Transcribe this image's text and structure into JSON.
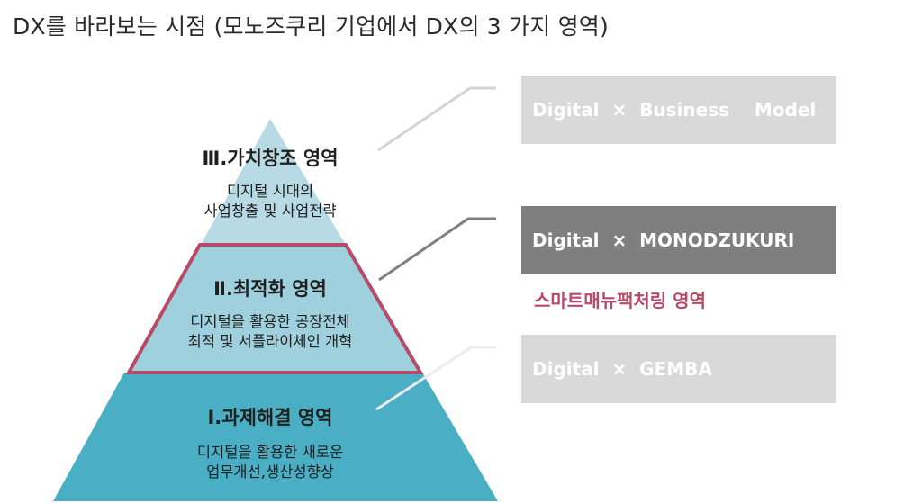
{
  "page_title": "DX를 바라보는 시점 (모노즈쿠리 기업에서 DX의  3 가지 영역)",
  "levels": [
    {
      "title": "Ⅲ.가치창조 영역",
      "line1": "디지털 시대의",
      "line2": "사업창출 및 사업전략"
    },
    {
      "title": "Ⅱ.최적화 영역",
      "line1": "디지털을 활용한 공장전체",
      "line2": "최적 및 서플라이체인 개혁"
    },
    {
      "title": "Ⅰ.과제해결 영역",
      "line1": "디지털을 활용한 새로운",
      "line2": "업무개선,생산성향상"
    }
  ],
  "boxes": [
    {
      "label": "Digital  ×  Business    Model"
    },
    {
      "label": "Digital  ×  MONODZUKURI"
    },
    {
      "label": "Digital  ×  GEMBA"
    }
  ],
  "highlight_caption": "스마트매뉴팩처링 영역",
  "colors": {
    "top_tier": "#b7dae5",
    "middle_tier": "#9fd0de",
    "bottom_tier": "#4aaec4",
    "highlight_border": "#b84a68",
    "box_light": "#d9d9d9",
    "box_dark": "#7f7f7f"
  }
}
